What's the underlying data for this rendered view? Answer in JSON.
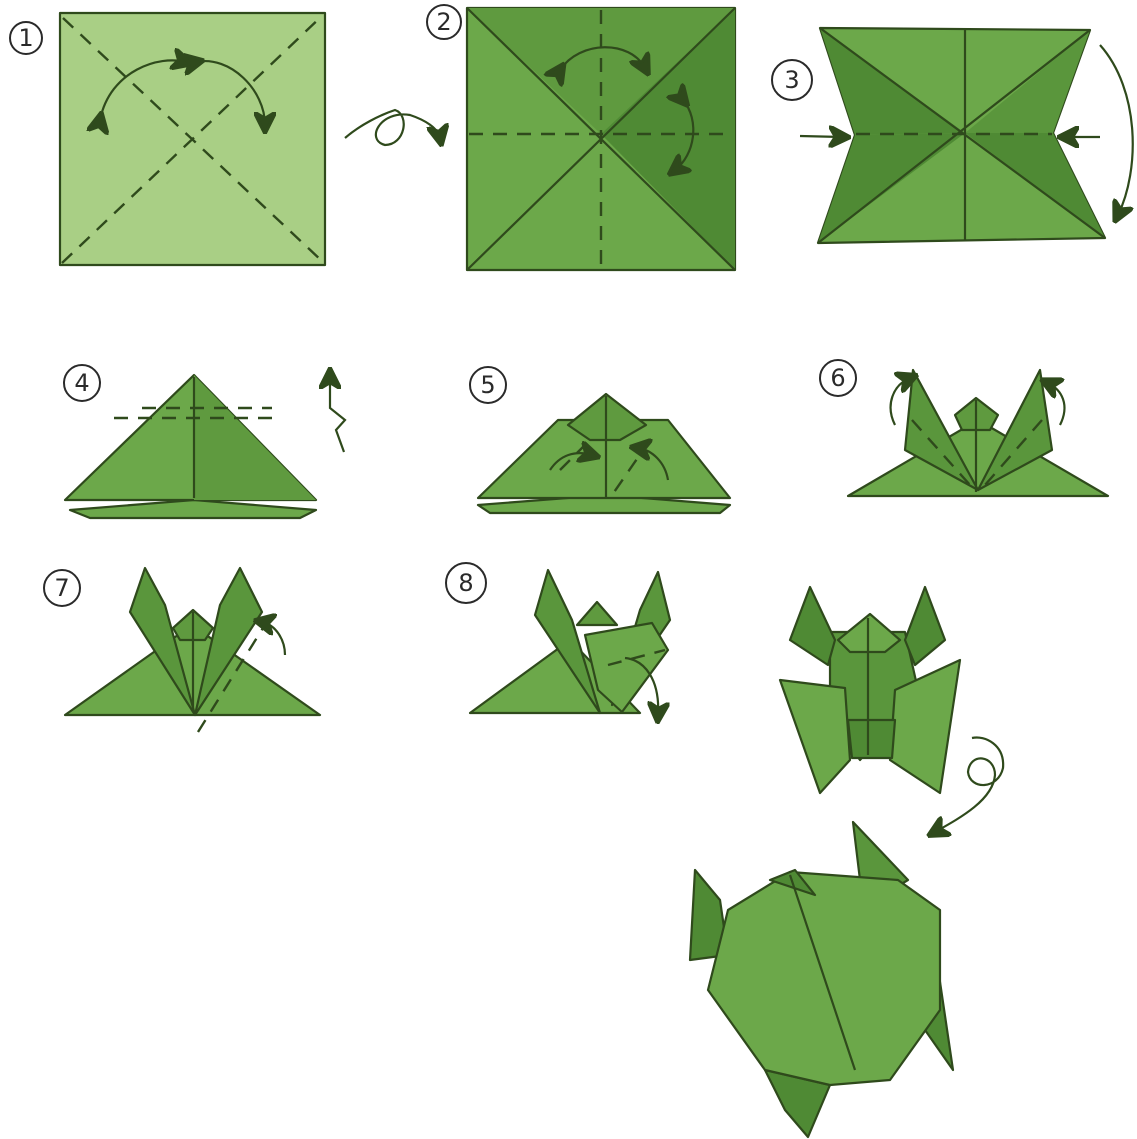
{
  "steps": [
    {
      "label": "1"
    },
    {
      "label": "2"
    },
    {
      "label": "3"
    },
    {
      "label": "4"
    },
    {
      "label": "5"
    },
    {
      "label": "6"
    },
    {
      "label": "7"
    },
    {
      "label": "8"
    }
  ],
  "colors": {
    "paper_light": "#a9cf85",
    "paper_mid": "#6ca84a",
    "paper_dark": "#4f8a34",
    "paper_shadow": "#3f7428",
    "line": "#2f4a1c"
  }
}
